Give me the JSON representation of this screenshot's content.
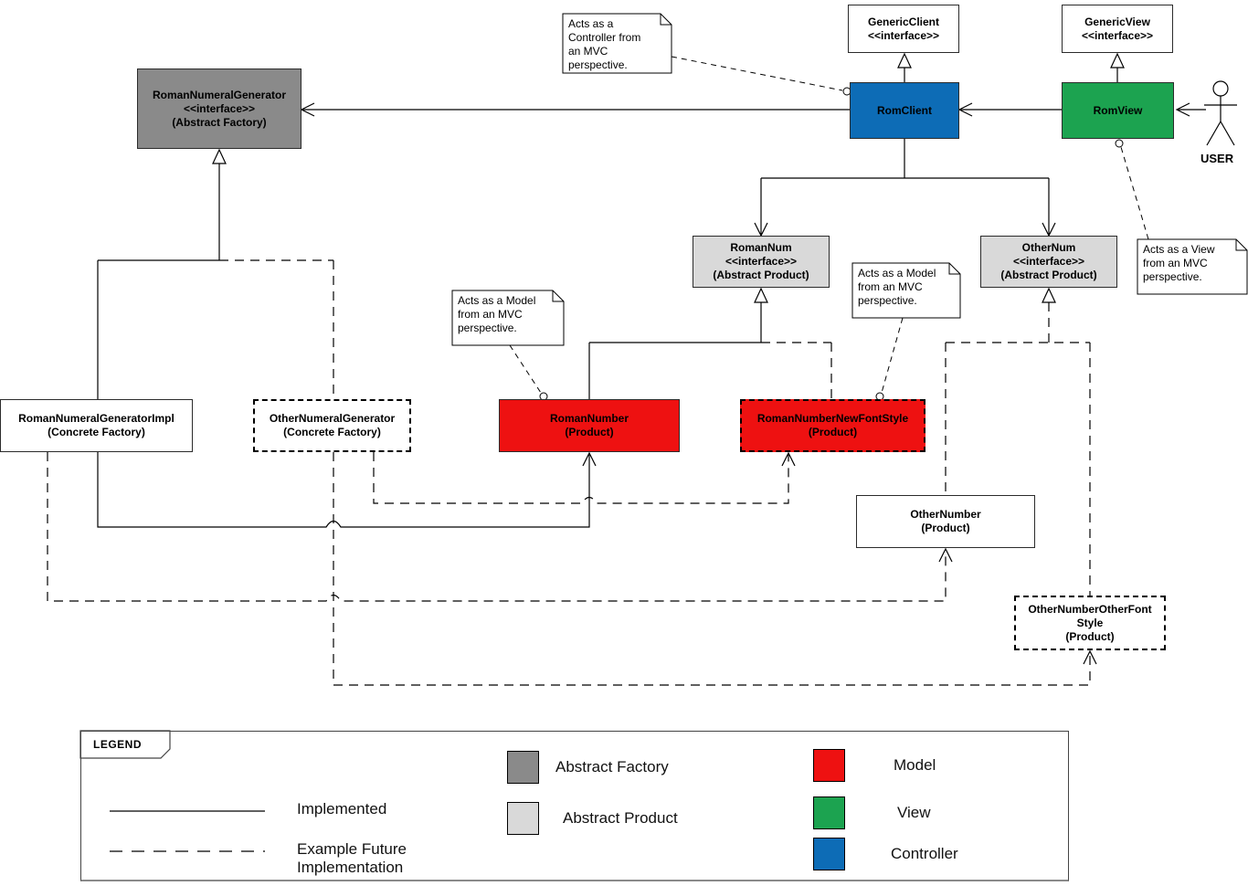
{
  "colors": {
    "abstract_factory": "#8a8a8a",
    "abstract_product": "#d9d9d9",
    "model": "#ee1111",
    "view": "#1ca350",
    "controller": "#0d6cb6"
  },
  "diagram": {
    "nodes": {
      "roman_numeral_generator": "RomanNumeralGenerator\n<<interface>>\n(Abstract Factory)",
      "generic_client": "GenericClient\n<<interface>>",
      "generic_view": "GenericView\n<<interface>>",
      "rom_client": "RomClient",
      "rom_view": "RomView",
      "roman_num": "RomanNum\n<<interface>>\n(Abstract Product)",
      "other_num": "OtherNum\n<<interface>>\n(Abstract Product)",
      "roman_number": "RomanNumber\n(Product)",
      "roman_number_new_font_style": "RomanNumberNewFontStyle\n(Product)",
      "roman_numeral_generator_impl": "RomanNumeralGeneratorImpl\n(Concrete Factory)",
      "other_numeral_generator": "OtherNumeralGenerator\n(Concrete Factory)",
      "other_number": "OtherNumber\n(Product)",
      "other_number_other_font_style": "OtherNumberOtherFont\nStyle\n(Product)"
    },
    "actor": {
      "label": "USER"
    },
    "notes": {
      "controller": "Acts as a\nController from\nan MVC\nperspective.",
      "model_left": "Acts as a Model\nfrom an MVC\nperspective.",
      "model_right": "Acts as a Model\nfrom an MVC\nperspective.",
      "view": "Acts as a View\nfrom an MVC\nperspective."
    }
  },
  "legend": {
    "title": "LEGEND",
    "line_items": [
      {
        "style": "solid",
        "label": "Implemented"
      },
      {
        "style": "dashed",
        "label": "Example Future\nImplementation"
      }
    ],
    "swatch_items": [
      {
        "color_key": "abstract_factory",
        "label": "Abstract Factory"
      },
      {
        "color_key": "abstract_product",
        "label": "Abstract Product"
      },
      {
        "color_key": "model",
        "label": "Model"
      },
      {
        "color_key": "view",
        "label": "View"
      },
      {
        "color_key": "controller",
        "label": "Controller"
      }
    ]
  }
}
